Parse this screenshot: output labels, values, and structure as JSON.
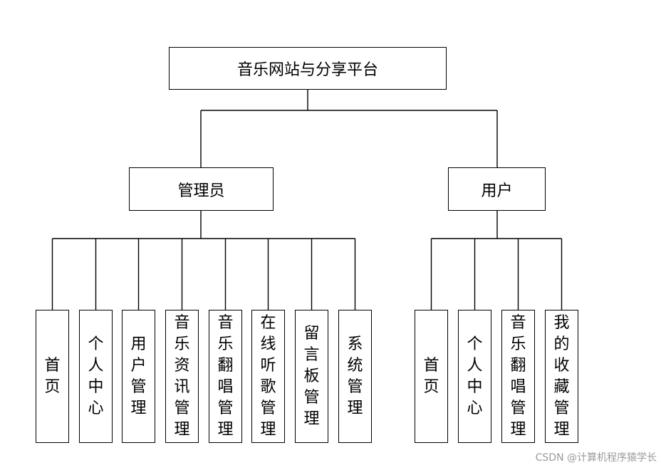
{
  "diagram": {
    "root": {
      "label": "音乐网站与分享平台"
    },
    "roles": [
      {
        "label": "管理员",
        "children": [
          "首页",
          "个人中心",
          "用户管理",
          "音乐资讯管理",
          "音乐翻唱管理",
          "在线听歌管理",
          "留言板管理",
          "系统管理"
        ]
      },
      {
        "label": "用户",
        "children": [
          "首页",
          "个人中心",
          "音乐翻唱管理",
          "我的收藏管理"
        ]
      }
    ]
  },
  "watermark": "CSDN @计算机程序猿学长"
}
